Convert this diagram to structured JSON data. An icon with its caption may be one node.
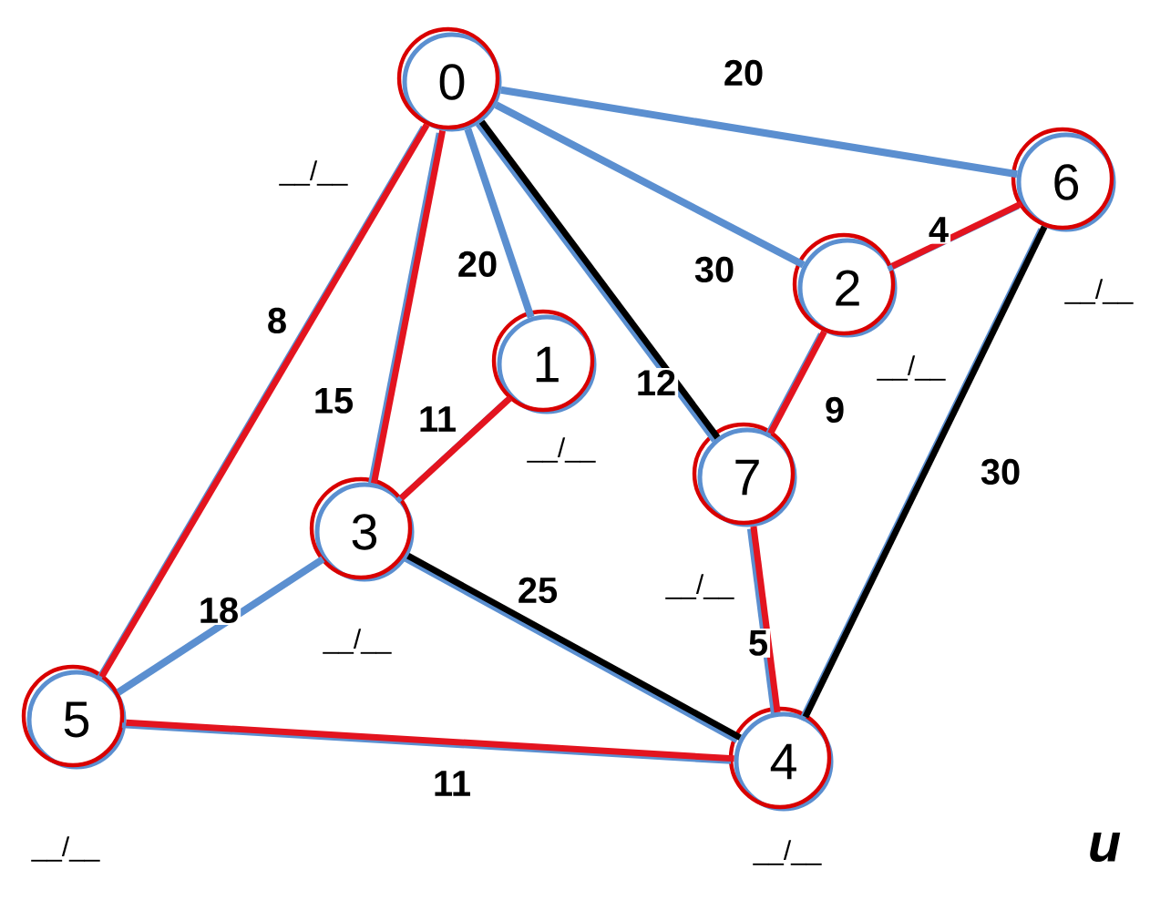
{
  "diagram": {
    "nodes": [
      {
        "text": [
          "0"
        ],
        "beside": [
          "__/__"
        ]
      },
      {
        "text": [
          "1"
        ],
        "beside": [
          "__/__"
        ]
      },
      {
        "text": [
          "2"
        ],
        "beside": [
          "__/__"
        ]
      },
      {
        "text": [
          "3"
        ],
        "beside": [
          "__/__"
        ]
      },
      {
        "text": [
          "4"
        ],
        "beside": [
          "__/__"
        ]
      },
      {
        "text": [
          "5"
        ],
        "beside": [
          "__/__"
        ]
      },
      {
        "text": [
          "6"
        ],
        "beside": [
          "__/__"
        ]
      },
      {
        "text": [
          "7"
        ],
        "beside": [
          "__/__"
        ]
      }
    ],
    "edges": [
      {
        "from": 0,
        "to": 6,
        "arrow": "none",
        "label": "20",
        "color": "#5b8fd0"
      },
      {
        "from": 0,
        "to": 2,
        "arrow": "none",
        "label": "30",
        "color": "#5b8fd0"
      },
      {
        "from": 0,
        "to": 7,
        "arrow": "none",
        "label": "12",
        "color": "#000000"
      },
      {
        "from": 0,
        "to": 1,
        "arrow": "none",
        "label": "20",
        "color": "#5b8fd0"
      },
      {
        "from": 0,
        "to": 3,
        "arrow": "none",
        "label": "15",
        "color": "#e3141f"
      },
      {
        "from": 0,
        "to": 5,
        "arrow": "none",
        "label": "8",
        "color": "#e3141f"
      },
      {
        "from": 1,
        "to": 3,
        "arrow": "none",
        "label": "11",
        "color": "#e3141f"
      },
      {
        "from": 2,
        "to": 6,
        "arrow": "none",
        "label": "4",
        "color": "#e3141f"
      },
      {
        "from": 2,
        "to": 7,
        "arrow": "none",
        "label": "9",
        "color": "#e3141f"
      },
      {
        "from": 6,
        "to": 4,
        "arrow": "none",
        "label": "30",
        "color": "#000000"
      },
      {
        "from": 7,
        "to": 4,
        "arrow": "none",
        "label": "5",
        "color": "#e3141f"
      },
      {
        "from": 3,
        "to": 4,
        "arrow": "none",
        "label": "25",
        "color": "#000000"
      },
      {
        "from": 3,
        "to": 5,
        "arrow": "none",
        "label": "18",
        "color": "#5b8fd0"
      },
      {
        "from": 5,
        "to": 4,
        "arrow": "none",
        "label": "11",
        "color": "#e3141f"
      }
    ],
    "labels": [
      "u"
    ]
  }
}
